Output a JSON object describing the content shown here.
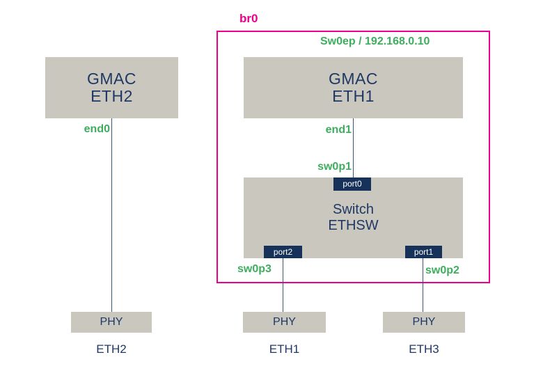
{
  "colors": {
    "box_gray": "#cac7bf",
    "navy_text": "#1f3864",
    "port_navy": "#16325b",
    "interface_green": "#3fad5e",
    "bridge_pink": "#ec008c",
    "connector": "#3c5576"
  },
  "bridge": {
    "label": "br0",
    "endpoint_label": "Sw0ep / 192.168.0.10"
  },
  "nodes": {
    "gmac_eth2": {
      "line1": "GMAC",
      "line2": "ETH2"
    },
    "gmac_eth1": {
      "line1": "GMAC",
      "line2": "ETH1"
    },
    "switch": {
      "line1": "Switch",
      "line2": "ETHSW"
    },
    "phy1": {
      "label": "PHY",
      "caption": "ETH2"
    },
    "phy2": {
      "label": "PHY",
      "caption": "ETH1"
    },
    "phy3": {
      "label": "PHY",
      "caption": "ETH3"
    }
  },
  "ports": {
    "port0": "port0",
    "port1": "port1",
    "port2": "port2"
  },
  "interfaces": {
    "end0": "end0",
    "end1": "end1",
    "sw0p1": "sw0p1",
    "sw0p2": "sw0p2",
    "sw0p3": "sw0p3"
  }
}
